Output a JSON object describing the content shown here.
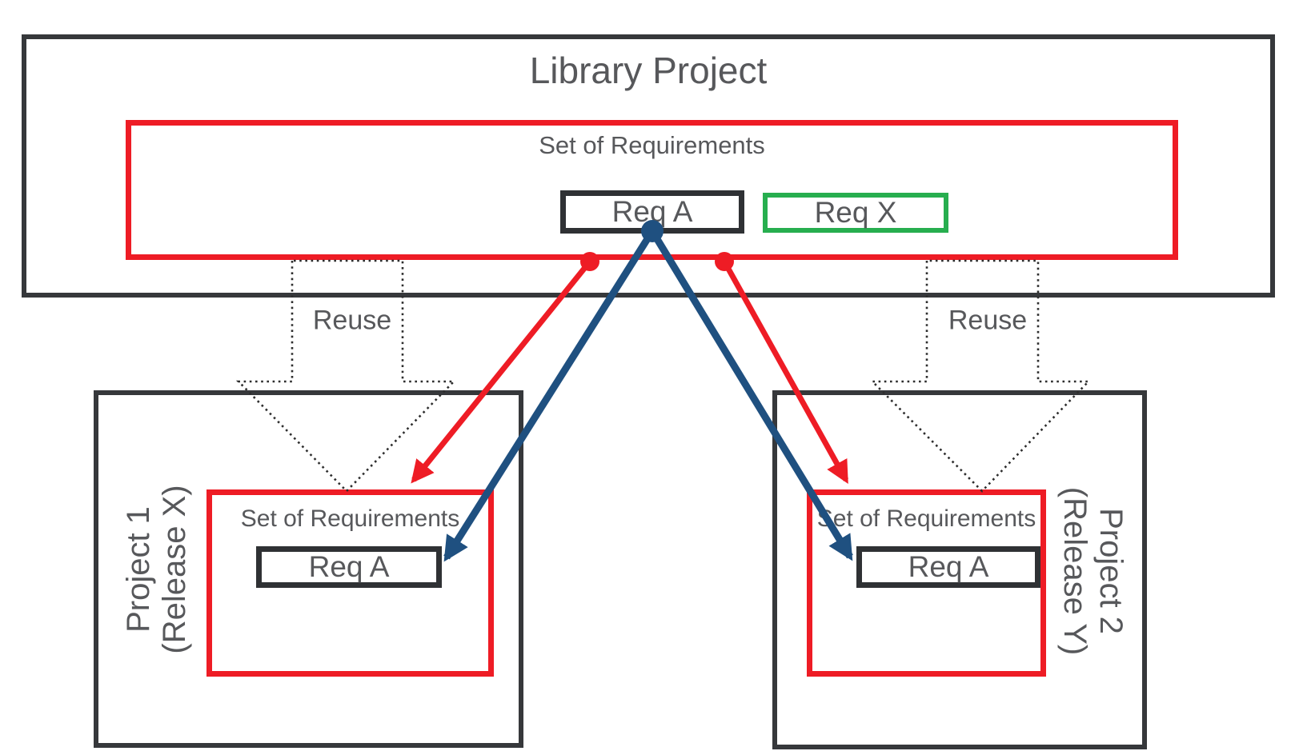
{
  "colors": {
    "red": "#ee1c25",
    "green": "#27ae4f",
    "blue": "#1f5080",
    "border-dark": "#36383b",
    "text-gray": "#57585b"
  },
  "library": {
    "title": "Library Project",
    "set_label": "Set of Requirements",
    "req_a_label": "Req A",
    "req_x_label": "Req X"
  },
  "reuse": {
    "left_label": "Reuse",
    "right_label": "Reuse"
  },
  "project1": {
    "name_line1": "Project 1",
    "name_line2": "(Release X)",
    "set_label": "Set of Requirements",
    "req_a_label": "Req A"
  },
  "project2": {
    "name_line1": "Project 2",
    "name_line2": "(Release Y)",
    "set_label": "Set of Requirements",
    "req_a_label": "Req A"
  }
}
